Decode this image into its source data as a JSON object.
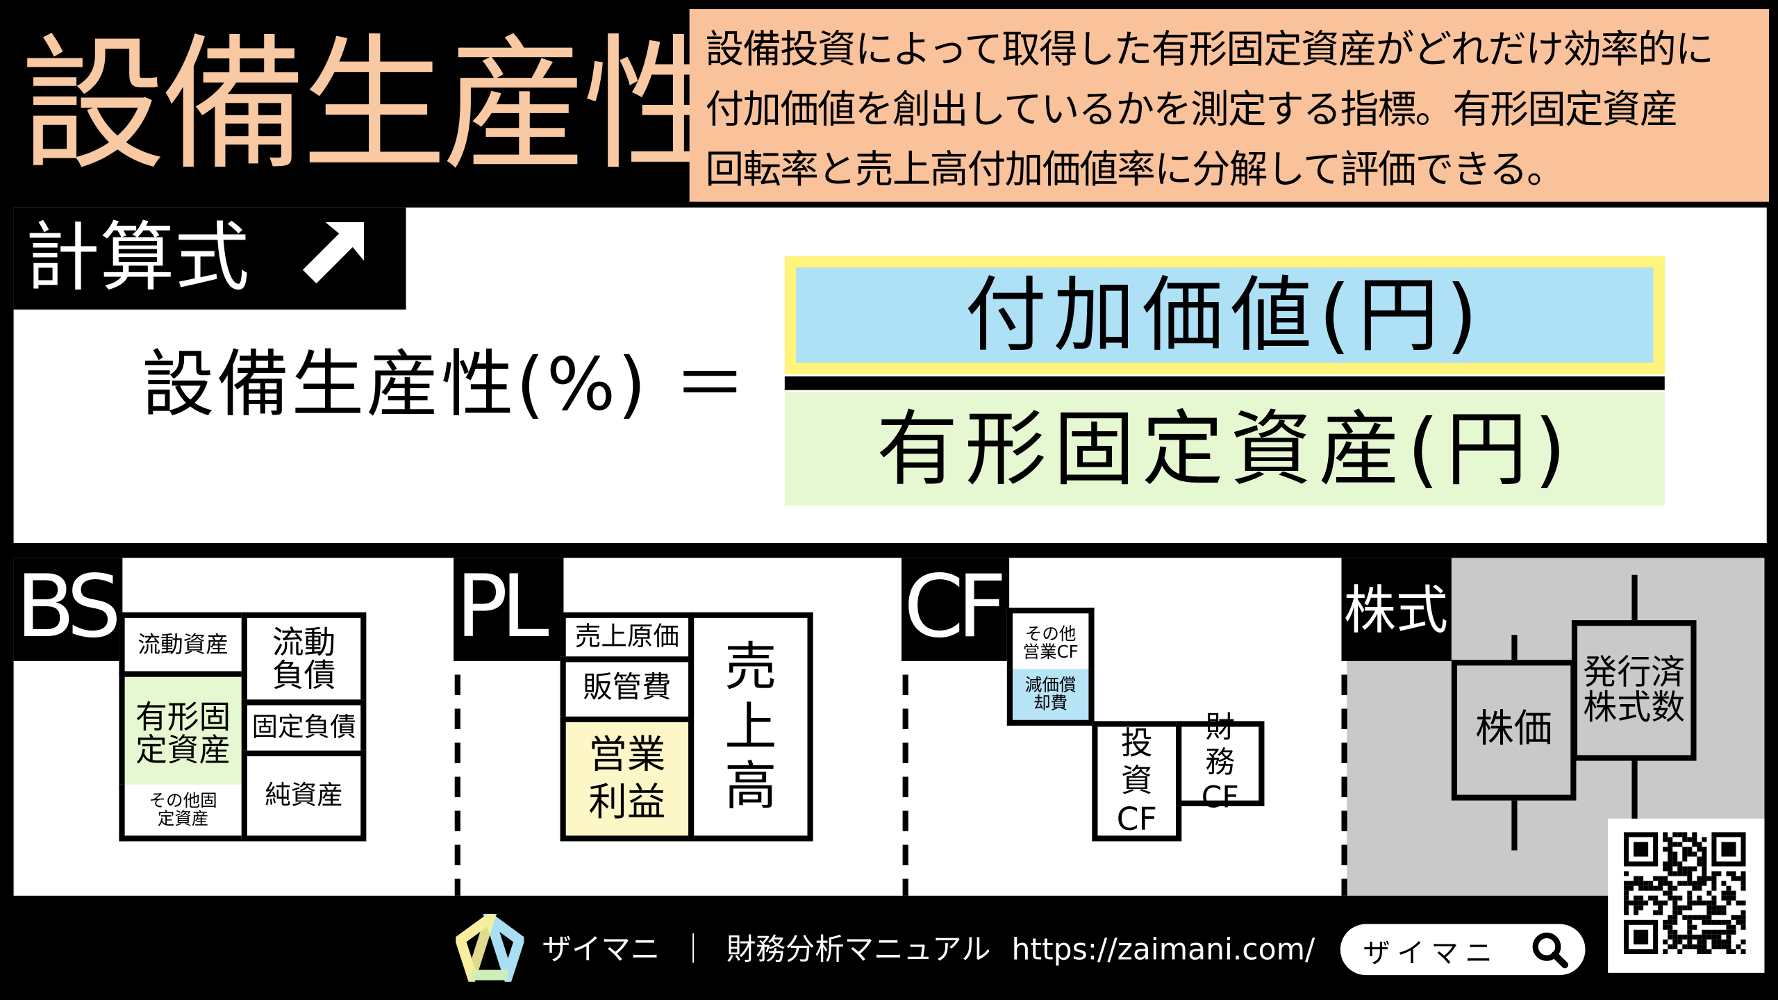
{
  "header": {
    "title": "設備生産性",
    "description": [
      "設備投資によって取得した有形固定資産がどれだけ効率的に",
      "付加価値を創出しているかを測定する指標。有形固定資産",
      "回転率と売上高付加価値率に分解して評価できる。"
    ]
  },
  "formula": {
    "tab_label": "計算式",
    "lhs": "設備生産性(%) ＝",
    "numerator": "付加価値(円)",
    "denominator": "有形固定資産(円)"
  },
  "colors": {
    "title": "#f8c9a2",
    "description_bg": "#f9c29b",
    "numerator_bg": "#aee0f6",
    "numerator_border": "#fff47c",
    "denominator_bg": "#e5f8d2",
    "highlight_green": "#e5f8d2",
    "highlight_yellow": "#fdf7c8",
    "highlight_blue": "#b8e4f8",
    "stock_bg": "#c9c9c9"
  },
  "bs": {
    "label": "BS",
    "current_assets": "流動資産",
    "tangible_fixed_assets": "有形固定資産",
    "other_fixed_assets": "その他固定資産",
    "current_liabilities": "流動負債",
    "fixed_liabilities": "固定負債",
    "net_assets": "純資産"
  },
  "pl": {
    "label": "PL",
    "cogs": "売上原価",
    "sga": "販管費",
    "operating_income": "営業利益",
    "sales": "売上高"
  },
  "cf": {
    "label": "CF",
    "other_operating_cf": "その他営業CF",
    "depreciation": "減価償却費",
    "investing_cf": "投資CF",
    "financing_cf": "財務CF"
  },
  "stock": {
    "label": "株式",
    "price": "株価",
    "shares_outstanding": "発行済株式数"
  },
  "footer": {
    "brand": "ザイマニ",
    "separator": "｜",
    "subtitle": "財務分析マニュアル",
    "url": "https://zaimani.com/",
    "search_text": "ザイマニ",
    "search_icon": "magnifier-icon"
  }
}
